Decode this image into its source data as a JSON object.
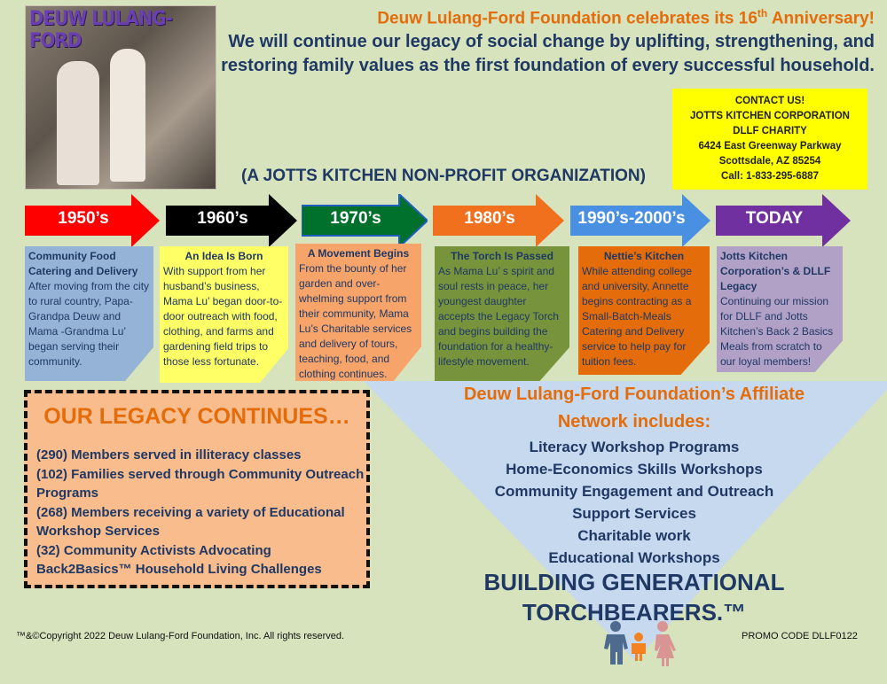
{
  "logo_text": "DEUW LULANG-FORD",
  "header": {
    "line1": "Deuw Lulang-Ford Foundation celebrates its 16",
    "line1_sup": "th",
    "line1_end": " Anniversary!",
    "line2": "We will continue our legacy of social change by uplifting, strengthening, and restoring family values as the first foundation of every successful household."
  },
  "contact": [
    "CONTACT US!",
    "JOTTS KITCHEN CORPORATION",
    "DLLF CHARITY",
    "6424 East Greenway Parkway",
    "Scottsdale, AZ 85254",
    "Call:  1-833-295-6887"
  ],
  "subtitle": "(A JOTTS KITCHEN NON-PROFIT ORGANIZATION)",
  "timeline": [
    {
      "era": "1950’s",
      "color": "#ff0000",
      "card_color": "#95b3d7",
      "title": "Community Food Catering and Delivery",
      "text": "After moving  from the city to rural country, Papa-Grandpa Deuw and Mama -Grandma Lu’  began serving their community."
    },
    {
      "era": "1960’s",
      "color": "#000000",
      "card_color": "#ffff66",
      "title": "An Idea Is Born",
      "text": "With support from her husband’s business, Mama Lu’ began door-to-door outreach with food, clothing, and farms  and gardening field trips  to those less fortunate."
    },
    {
      "era": "1970’s",
      "color": "#00712c",
      "card_color": "#f6a46a",
      "title": "A Movement Begins",
      "text": "From the bounty of her garden and over-whelming support from their community, Mama Lu’s Charitable services and delivery of tours, teaching, food, and clothing  continues."
    },
    {
      "era": "1980’s",
      "color": "#f0701e",
      "card_color": "#77933c",
      "title": "The Torch Is Passed",
      "text": "As Mama Lu’ s spirit and soul rests in peace, her youngest daughter accepts the Legacy Torch and begins building the foundation for a healthy-lifestyle movement."
    },
    {
      "era": "1990’s-2000’s",
      "color": "#4a90e2",
      "card_color": "#e46c0a",
      "title": "Nettie’s Kitchen",
      "text": "While attending college and university, Annette begins  contracting as a Small-Batch-Meals Catering and Delivery service to  help pay for tuition fees."
    },
    {
      "era": "TODAY",
      "color": "#7030a0",
      "card_color": "#b2a1c7",
      "title": "Jotts Kitchen Corporation’s  & DLLF Legacy",
      "text": "Continuing our mission for  DLLF and Jotts Kitchen’s Back 2 Basics Meals from scratch to our loyal members!"
    }
  ],
  "legacy": {
    "title": "OUR LEGACY CONTINUES…",
    "items": [
      "(290) Members served in illiteracy classes",
      "(102) Families served through Community Outreach Programs",
      "(268) Members receiving a variety  of Educational Workshop Services",
      "(32)  Community Activists Advocating Back2Basics™ Household Living Challenges"
    ]
  },
  "affiliate": {
    "title": "Deuw Lulang-Ford Foundation’s Affiliate Network includes:",
    "items": [
      "Literacy Workshop Programs",
      "Home-Economics Skills Workshops",
      "Community Engagement and Outreach",
      "Support Services",
      "Charitable work",
      "Educational Workshops"
    ]
  },
  "tagline": "BUILDING GENERATIONAL TORCHBEARERS.™",
  "footer": {
    "copyright": "™&©Copyright 2022 Deuw Lulang-Ford Foundation, Inc.  All rights reserved.",
    "promo": "PROMO CODE DLLF0122"
  }
}
